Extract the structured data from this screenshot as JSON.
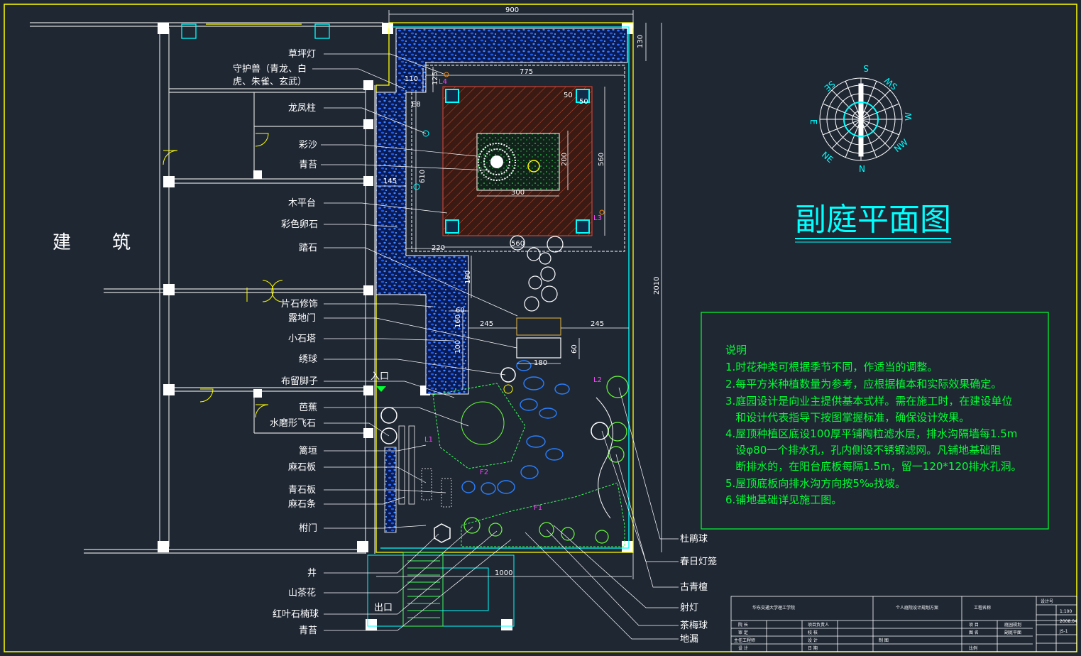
{
  "title": "副庭平面图",
  "building_label": [
    "建",
    "筑"
  ],
  "entrance_label": "入口",
  "exit_label": "出口",
  "compass": {
    "s": "S",
    "sw": "SW",
    "w": "W",
    "nw": "NW",
    "n": "N",
    "ne": "NE",
    "e": "E",
    "se": "SE"
  },
  "dimensions": {
    "d900": "900",
    "d775": "775",
    "d130": "130",
    "d110": "110",
    "d125": "125",
    "d50a": "50",
    "d50b": "50",
    "d200": "200",
    "d560v": "560",
    "d300": "300",
    "d610": "610",
    "d145": "145",
    "d220": "220",
    "d560h": "560",
    "d190": "190",
    "d60a": "60",
    "d245a": "245",
    "d245b": "245",
    "d60b": "60",
    "d180": "180",
    "d160": "160",
    "d100": "100",
    "d2010": "2010",
    "d1000": "1000"
  },
  "tags": {
    "L1": "L1",
    "L2": "L2",
    "L3": "L3",
    "L4": "L4",
    "E8": "E8",
    "F1": "F1",
    "F2": "F2"
  },
  "left_labels": [
    "草坪灯",
    "守护兽（青龙、白",
    "虎、朱雀、玄武）",
    "龙凤柱",
    "彩沙",
    "青苔",
    "木平台",
    "彩色卵石",
    "踏石",
    "片石修饰",
    "露地门",
    "小石塔",
    "绣球",
    "布留脚子",
    "芭蕉",
    "水磨形飞石",
    "篱垣",
    "麻石板",
    "青石板",
    "麻石条",
    "柎门",
    "井",
    "山茶花",
    "红叶石楠球",
    "青苔"
  ],
  "right_labels": [
    "杜鹃球",
    "春日灯笼",
    "古青檀",
    "射灯",
    "茶梅球",
    "地漏"
  ],
  "notes": {
    "heading": "说明",
    "lines": [
      "1.时花种类可根据季节不同，作适当的调整。",
      "2.每平方米种植数量为参考，应根据植本和实际效果确定。",
      "3.庭园设计是向业主提供基本式样。需在施工时，在建设单位",
      "   和设计代表指导下按图掌握标准，确保设计效果。",
      "4.屋顶种植区底设100厚平铺陶粒滤水层，排水沟隔墙每1.5m",
      "   设φ80一个排水孔，孔内侧设不锈钢滤网。凡铺地基础阻",
      "   断排水的，在阳台底板每隔1.5m，留一120*120排水孔洞。",
      "5.屋顶底板向排水沟方向按5‰找坡。",
      "6.铺地基础详见施工图。"
    ]
  },
  "title_block": {
    "c1": "华东交通大学理工学院",
    "c2": "个人庭院设计规划方案",
    "c3": "工程名称",
    "r1a": "院  长",
    "r1b": "项目负责人",
    "r1c": "项  目",
    "r1d": "庭园规划",
    "r2a": "审  定",
    "r2b": "校  核",
    "r2c": "图  名",
    "r2d": "副庭平面",
    "r3a": "主任工程师",
    "r3b": "设  计",
    "r3c": "制  图",
    "r4a": "设  计",
    "r4b": "日  期",
    "r4c": "比例",
    "code": "设计号",
    "s1": "1:100",
    "s2": "2008.04",
    "s3": "JS-1"
  }
}
